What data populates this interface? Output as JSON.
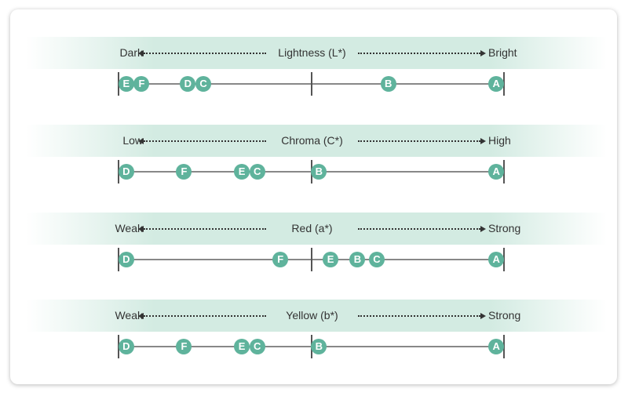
{
  "scale_note_range": [
    0,
    100
  ],
  "colors": {
    "marker": "#5fb39c",
    "band": "#d3ebe2"
  },
  "rows": [
    {
      "title": "Lightness (L*)",
      "left": "Dark",
      "right": "Bright",
      "markers": [
        {
          "label": "E",
          "value": 2
        },
        {
          "label": "F",
          "value": 6
        },
        {
          "label": "D",
          "value": 18
        },
        {
          "label": "C",
          "value": 22
        },
        {
          "label": "B",
          "value": 70
        },
        {
          "label": "A",
          "value": 98
        }
      ]
    },
    {
      "title": "Chroma (C*)",
      "left": "Low",
      "right": "High",
      "markers": [
        {
          "label": "D",
          "value": 2
        },
        {
          "label": "F",
          "value": 17
        },
        {
          "label": "E",
          "value": 32
        },
        {
          "label": "C",
          "value": 36
        },
        {
          "label": "B",
          "value": 52
        },
        {
          "label": "A",
          "value": 98
        }
      ]
    },
    {
      "title": "Red (a*)",
      "left": "Weak",
      "right": "Strong",
      "markers": [
        {
          "label": "D",
          "value": 2
        },
        {
          "label": "F",
          "value": 42
        },
        {
          "label": "E",
          "value": 55
        },
        {
          "label": "B",
          "value": 62
        },
        {
          "label": "C",
          "value": 67
        },
        {
          "label": "A",
          "value": 98
        }
      ]
    },
    {
      "title": "Yellow (b*)",
      "left": "Weak",
      "right": "Strong",
      "markers": [
        {
          "label": "D",
          "value": 2
        },
        {
          "label": "F",
          "value": 17
        },
        {
          "label": "E",
          "value": 32
        },
        {
          "label": "C",
          "value": 36
        },
        {
          "label": "B",
          "value": 52
        },
        {
          "label": "A",
          "value": 98
        }
      ]
    }
  ]
}
